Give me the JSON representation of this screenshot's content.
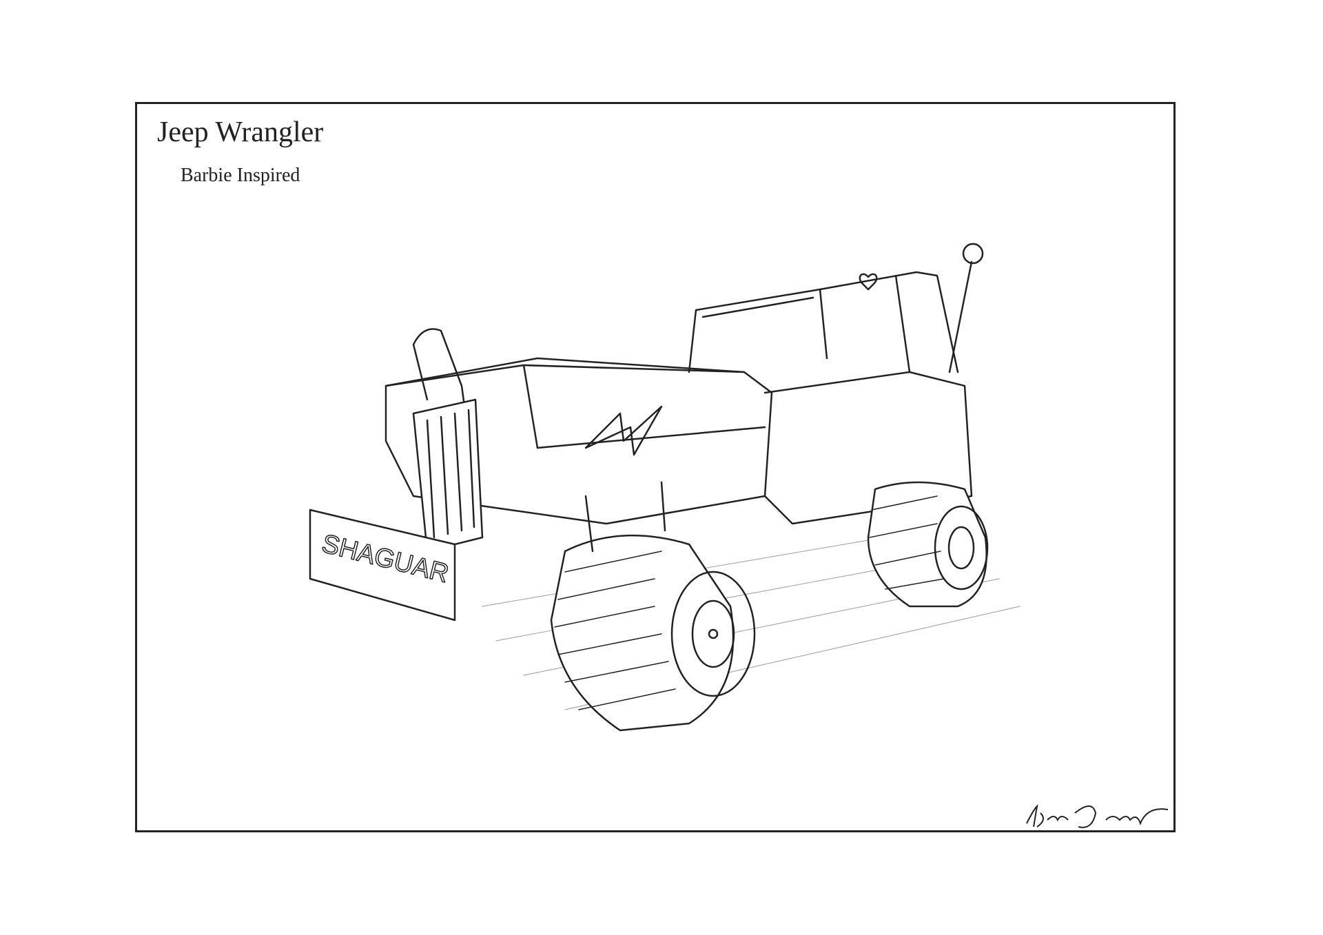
{
  "drawing": {
    "title": "Jeep Wrangler",
    "subtitle": "Barbie Inspired",
    "plate_text": "SHAGUAR"
  },
  "colors": {
    "ink": "#222222",
    "paper": "#ffffff"
  }
}
